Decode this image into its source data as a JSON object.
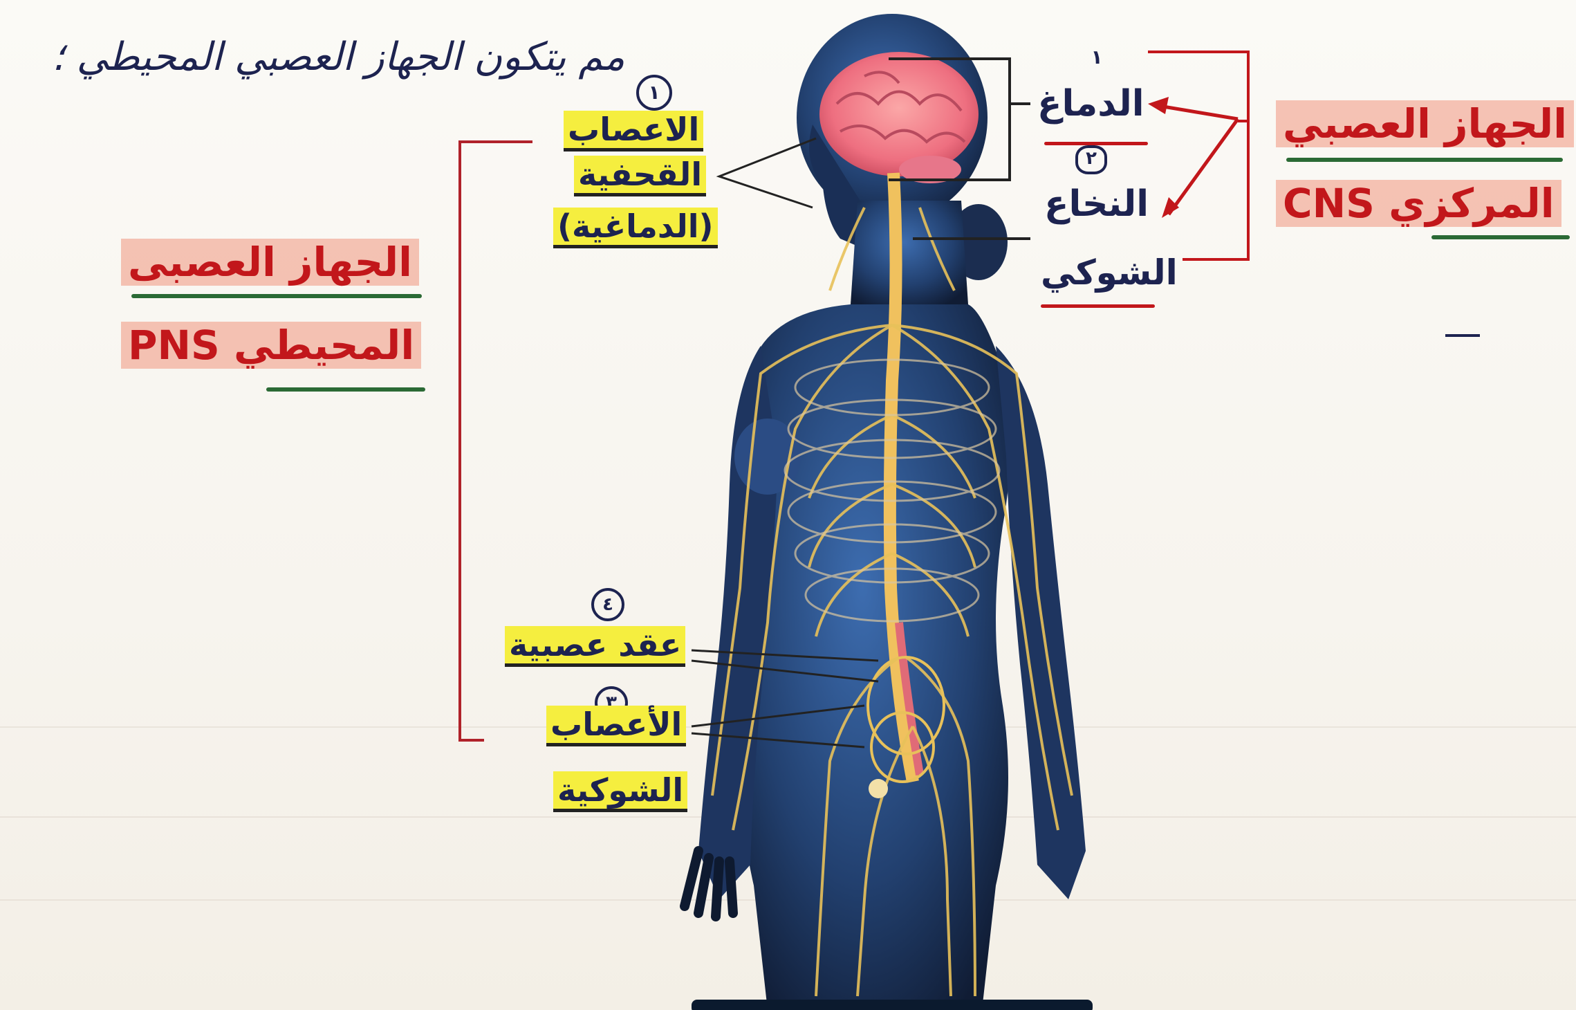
{
  "heading": "مم يتكون الجهاز العصبي المحيطي ؛",
  "cns": {
    "title_line1": "الجهاز العصبي",
    "title_line2": "المركزي CNS",
    "brain_number": "١",
    "brain": "الدماغ",
    "cord_number": "٢",
    "cord_line1": "النخاع",
    "cord_line2": "الشوكي"
  },
  "pns": {
    "title_line1": "الجهاز العصبى",
    "title_line2": "المحيطي PNS",
    "cranial_number": "١",
    "cranial_line1": "الاعصاب",
    "cranial_line2": "القحفية",
    "cranial_line3": "(الدماغية)",
    "ganglia_number": "٤",
    "ganglia": "عقد عصبية",
    "spinal_number": "٣",
    "spinal_line1": "الأعصاب",
    "spinal_line2": "الشوكية"
  },
  "colors": {
    "ink_blue": "#1d2350",
    "red_title": "#c2171b",
    "highlight_yellow": "#f5ee3f",
    "body_navy": "#1e3a6e",
    "nerve_yellow": "#e8c15a",
    "brain_pink": "#f07c8c"
  }
}
